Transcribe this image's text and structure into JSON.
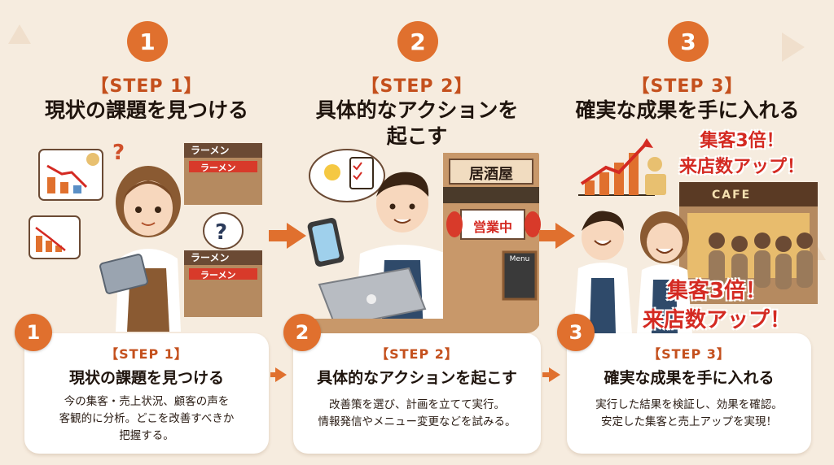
{
  "steps": [
    {
      "number": "1",
      "label": "【STEP 1】",
      "title": "現状の課題を見つける",
      "card_title": "現状の課題を見つける",
      "desc_lines": [
        "今の集客・売上状況、顧客の声を",
        "客観的に分析。どこを改善すべきか",
        "把握する。"
      ]
    },
    {
      "number": "2",
      "label": "【STEP 2】",
      "title_lines": [
        "具体的なアクションを",
        "起こす"
      ],
      "card_title": "具体的なアクションを起こす",
      "desc_lines": [
        "改善策を選び、計画を立てて実行。",
        "情報発信やメニュー変更などを試みる。"
      ]
    },
    {
      "number": "3",
      "label": "【STEP 3】",
      "title": "確実な成果を手に入れる",
      "card_title": "確実な成果を手に入れる",
      "desc_lines": [
        "実行した結果を検証し、効果を確認。",
        "安定した集客と売上アップを実現！"
      ]
    }
  ],
  "illustration": {
    "shop_sign_1": "ラーメン",
    "shop_sign_1b": "ラーメン",
    "shop_sign_2": "ラーメン",
    "shop_sign_2b": "ラーメン",
    "question_mark": "?",
    "izakaya_sign": "居酒屋",
    "lantern_text": "営業中",
    "menu_board": "Menu",
    "cafe_sign": "CAFE",
    "cta_top_lines": [
      "集客3倍！",
      "来店数アップ！"
    ],
    "cta_bottom_lines": [
      "集客3倍！",
      "来店数アップ！"
    ]
  },
  "colors": {
    "accent": "#e0702e",
    "step_label": "#c4501d",
    "cta_red": "#d42a22",
    "background": "#f6ecdf"
  }
}
